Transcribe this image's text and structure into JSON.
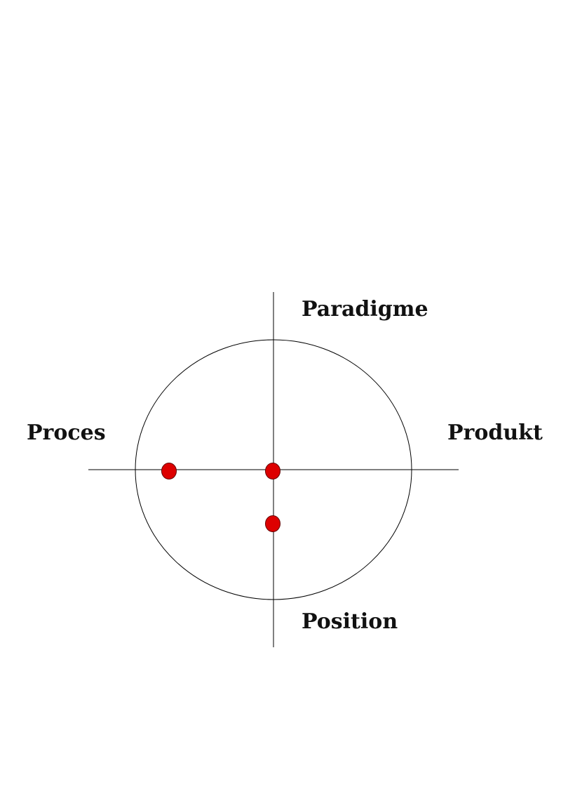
{
  "diagram": {
    "labels": {
      "top": "Paradigme",
      "left": "Proces",
      "right": "Produkt",
      "bottom": "Position"
    },
    "colors": {
      "line": "#000000",
      "point_fill": "#dd0000",
      "point_stroke": "#660000",
      "background": "#ffffff"
    }
  }
}
